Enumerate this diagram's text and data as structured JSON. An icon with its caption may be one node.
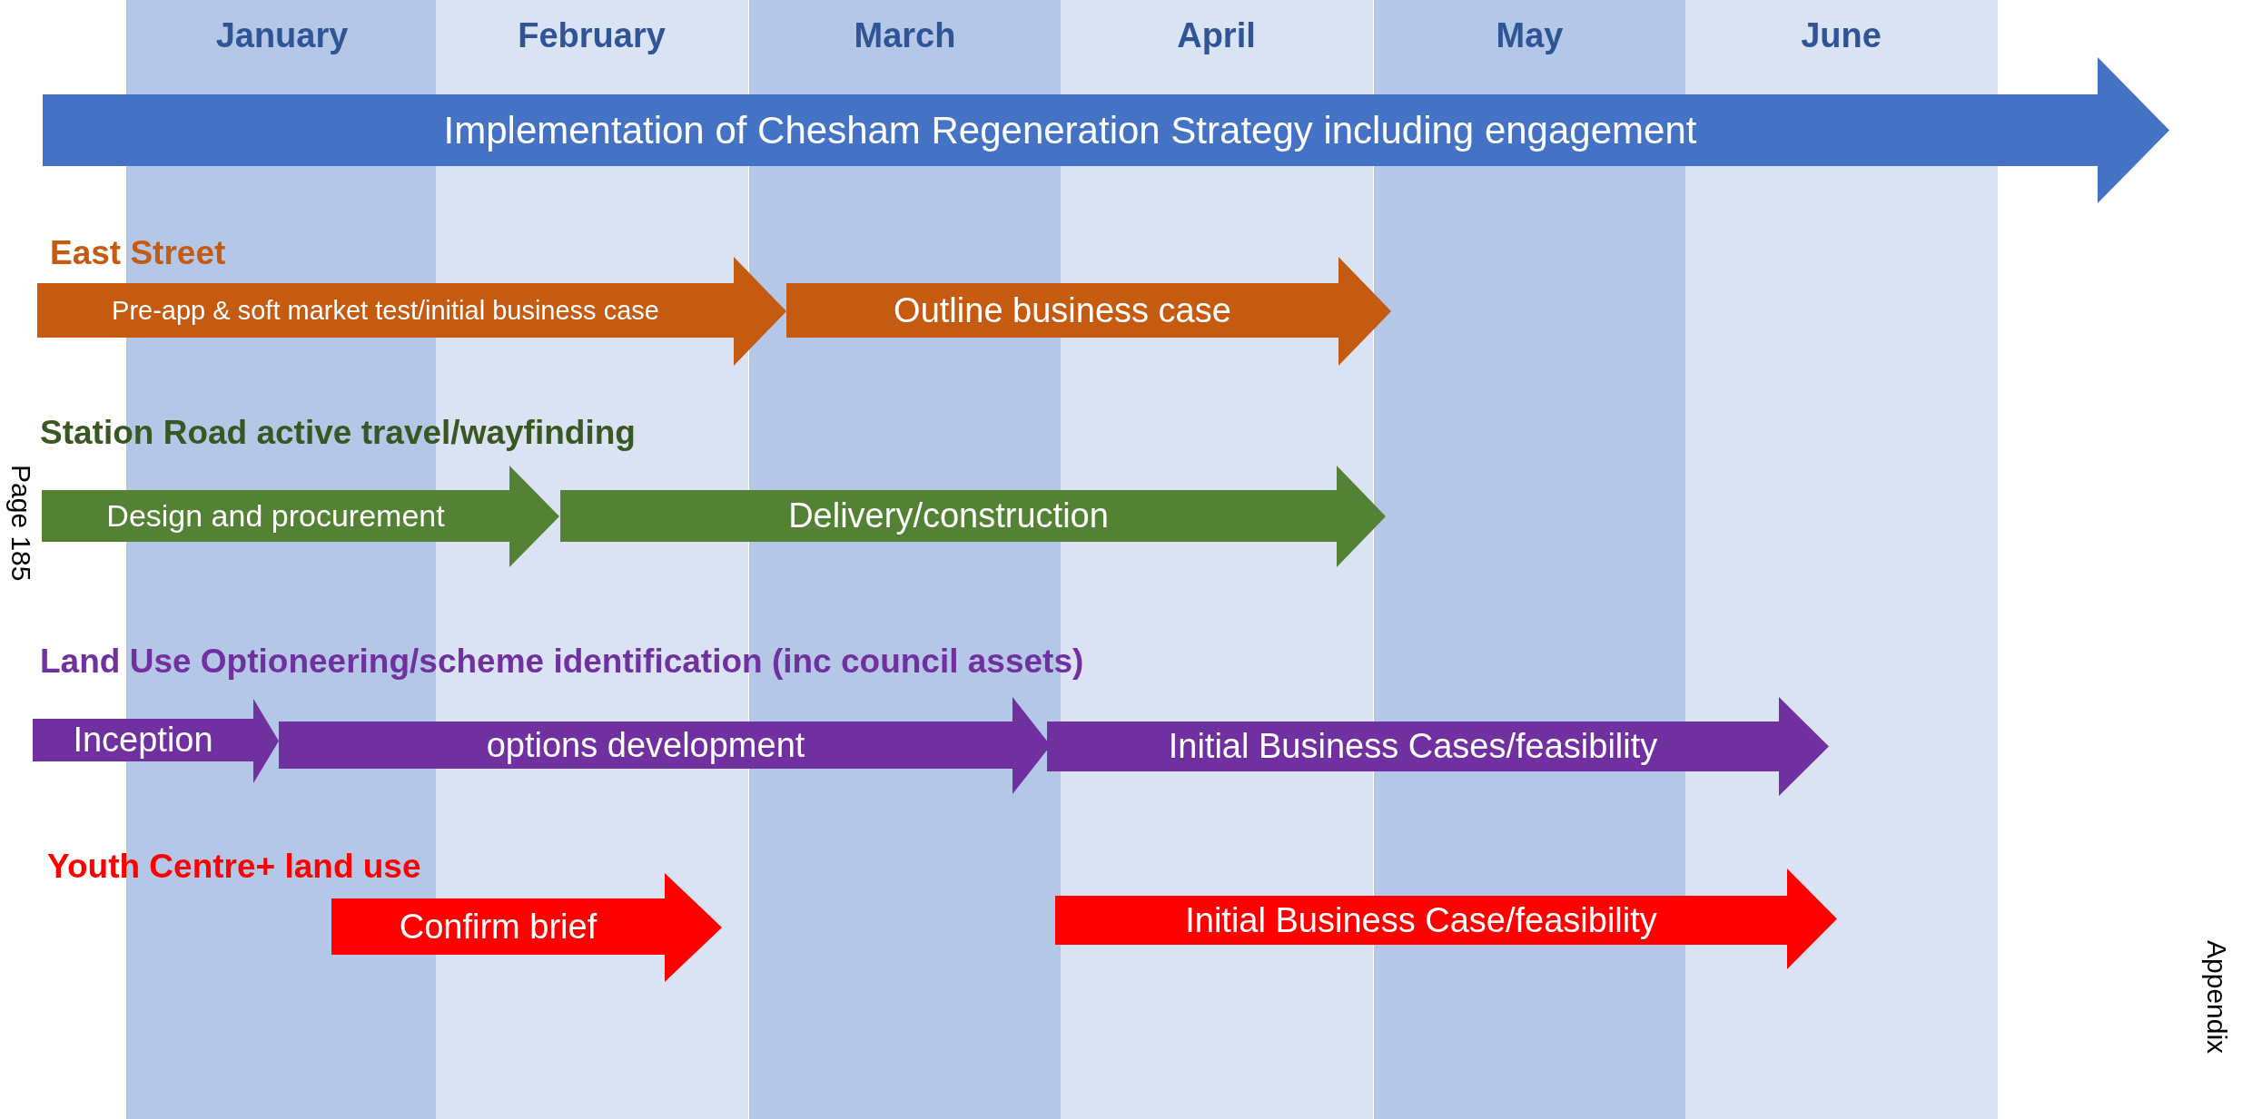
{
  "diagram": {
    "nodes": [
      {
        "text": [
          "Implementation of Chesham Regeneration Strategy including engagement"
        ]
      },
      {
        "text": [
          "Pre-app & soft market test/initial business case"
        ]
      },
      {
        "text": [
          "Outline business case"
        ]
      },
      {
        "text": [
          "Design and procurement"
        ]
      },
      {
        "text": [
          "Delivery/construction"
        ]
      },
      {
        "text": [
          "Inception"
        ]
      },
      {
        "text": [
          "options development"
        ]
      },
      {
        "text": [
          "Initial Business Cases/feasibility"
        ]
      },
      {
        "text": [
          "Confirm brief"
        ]
      },
      {
        "text": [
          "Initial Business Case/feasibility"
        ]
      }
    ],
    "labels": [
      "January",
      "February",
      "March",
      "April",
      "May",
      "June",
      "East Street",
      "Station Road active travel/wayfinding",
      "Land Use Optioneering/scheme identification (inc council assets)",
      "Youth Centre+ land use",
      "Page 185",
      "Appendix"
    ]
  }
}
